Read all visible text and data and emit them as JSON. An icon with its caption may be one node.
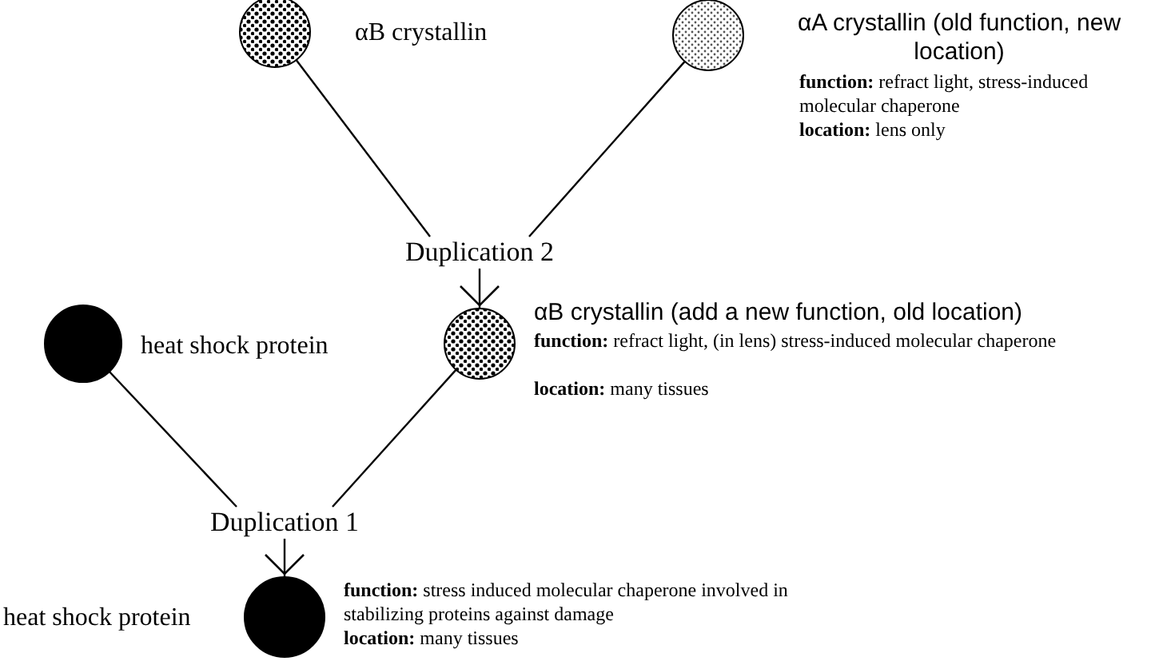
{
  "diagram": {
    "nodes": [
      {
        "text": [],
        "shape": "circle",
        "beside": [
          "αB crystallin"
        ]
      },
      {
        "text": [],
        "shape": "circle",
        "beside": [
          "αA crystallin (old function, new location)",
          "**function:** refract light, stress-induced molecular chaperone",
          "**location:** lens only"
        ]
      },
      {
        "text": [
          "Duplication 2"
        ]
      },
      {
        "text": [],
        "shape": "circle",
        "beside": [
          "heat shock protein"
        ]
      },
      {
        "text": [],
        "shape": "circle",
        "beside": [
          "αB crystallin (add a new function, old location)",
          "**function:** refract light, (in lens) stress-induced molecular chaperone",
          "**location:** many tissues"
        ]
      },
      {
        "text": [
          "Duplication 1"
        ]
      },
      {
        "text": [],
        "shape": "circle",
        "beside": [
          "heat shock protein",
          "**function:** stress induced molecular chaperone involved in stabilizing proteins against damage",
          "**location:** many tissues"
        ]
      }
    ],
    "edges": [
      {
        "from": 0,
        "to": 2,
        "arrow": "none"
      },
      {
        "from": 1,
        "to": 2,
        "arrow": "none"
      },
      {
        "from": 2,
        "to": 4,
        "arrow": "to"
      },
      {
        "from": 3,
        "to": 5,
        "arrow": "none"
      },
      {
        "from": 4,
        "to": 5,
        "arrow": "none"
      },
      {
        "from": 5,
        "to": 6,
        "arrow": "to"
      }
    ]
  }
}
